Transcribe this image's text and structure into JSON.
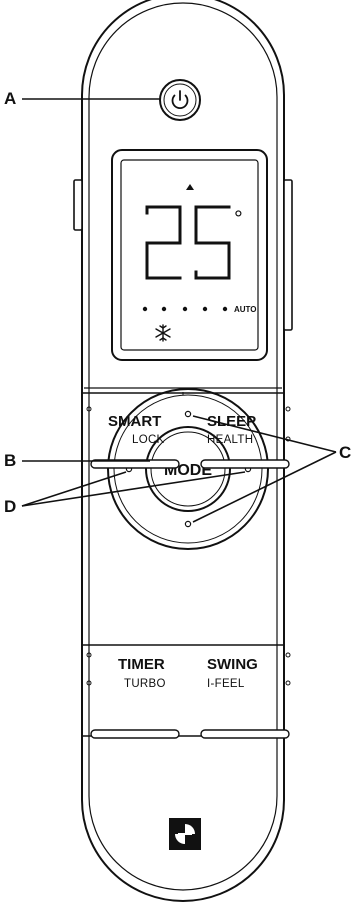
{
  "callouts": {
    "a": "A",
    "b": "B",
    "c": "C",
    "d": "D"
  },
  "display": {
    "temperature": "25",
    "degree_symbol": "°",
    "fan_label": "AUTO"
  },
  "mode_button": {
    "label": "MODE"
  },
  "buttons": [
    {
      "main": "SMART",
      "sub": "LOCK"
    },
    {
      "main": "SLEEP",
      "sub": "HEALTH"
    },
    {
      "main": "TIMER",
      "sub": "TURBO"
    },
    {
      "main": "SWING",
      "sub": "I-FEEL"
    }
  ],
  "icons": {
    "power": "power-icon",
    "snowflake": "snowflake-icon",
    "up_arrow": "up-arrow-icon",
    "brand_logo": "electrolux-logo-icon"
  }
}
